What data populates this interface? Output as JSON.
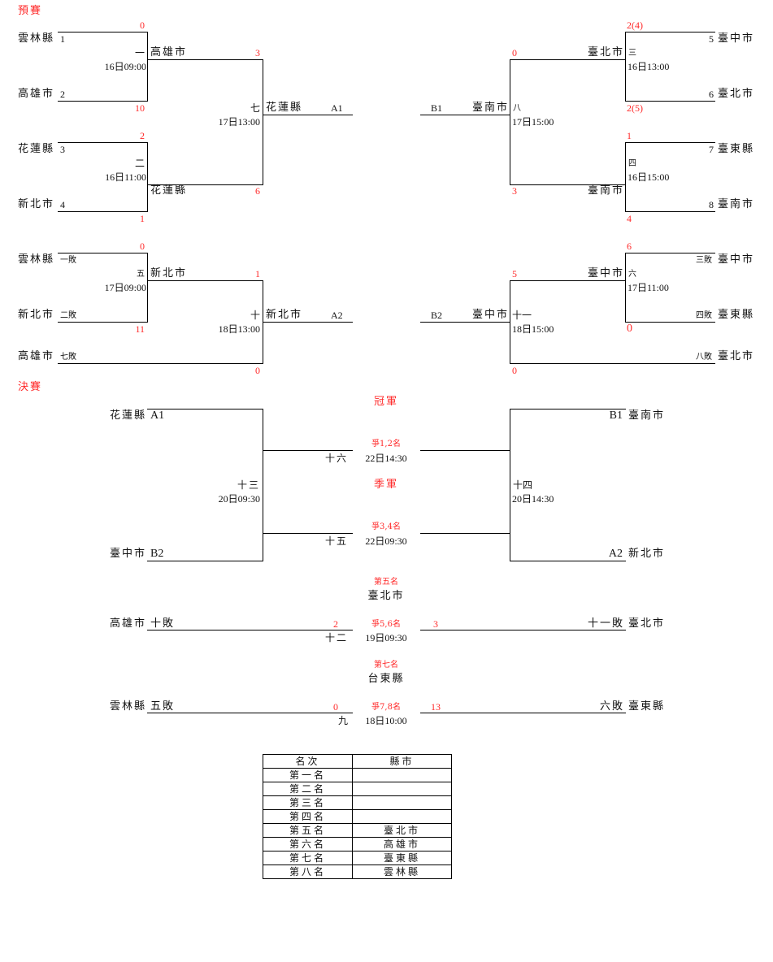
{
  "sections": {
    "prelim": "預賽",
    "final": "決賽"
  },
  "prelim": {
    "A": {
      "teams": [
        {
          "name": "雲林縣",
          "seed": "1"
        },
        {
          "name": "高雄市",
          "seed": "2"
        },
        {
          "name": "花蓮縣",
          "seed": "3"
        },
        {
          "name": "新北市",
          "seed": "4"
        }
      ],
      "g1": {
        "no": "一",
        "time": "16日09:00",
        "score_top": "0",
        "score_bot": "10",
        "winner": "高雄市"
      },
      "g2": {
        "no": "二",
        "time": "16日11:00",
        "score_top": "2",
        "score_bot": "1",
        "winner": "花蓮縣"
      },
      "g7": {
        "no": "七",
        "time": "17日13:00",
        "score_top": "3",
        "score_bot": "6",
        "winner": "花蓮縣",
        "slot": "A1"
      }
    },
    "B": {
      "teams": [
        {
          "name": "臺中市",
          "seed": "5"
        },
        {
          "name": "臺北市",
          "seed": "6"
        },
        {
          "name": "臺東縣",
          "seed": "7"
        },
        {
          "name": "臺南市",
          "seed": "8"
        }
      ],
      "g3": {
        "no": "三",
        "time": "16日13:00",
        "score_top": "2(4)",
        "score_bot": "2(5)",
        "winner": "臺北市"
      },
      "g4": {
        "no": "四",
        "time": "16日15:00",
        "score_top": "1",
        "score_bot": "4",
        "winner": "臺南市"
      },
      "g8": {
        "no": "八",
        "time": "17日15:00",
        "score_top": "0",
        "score_bot": "3",
        "winner": "臺南市",
        "slot": "B1"
      }
    },
    "A2": {
      "teams": [
        {
          "name": "雲林縣",
          "from": "一敗"
        },
        {
          "name": "新北市",
          "from": "二敗"
        },
        {
          "name": "高雄市",
          "from": "七敗"
        }
      ],
      "g5": {
        "no": "五",
        "time": "17日09:00",
        "score_top": "0",
        "score_bot": "11",
        "winner": "新北市"
      },
      "g10": {
        "no": "十",
        "time": "18日13:00",
        "score_top": "1",
        "score_bot": "0",
        "winner": "新北市",
        "slot": "A2"
      }
    },
    "B2": {
      "teams": [
        {
          "name": "臺中市",
          "from": "三敗"
        },
        {
          "name": "臺東縣",
          "from": "四敗"
        },
        {
          "name": "臺北市",
          "from": "八敗"
        }
      ],
      "g6": {
        "no": "六",
        "time": "17日11:00",
        "score_top": "6",
        "score_bot": "0",
        "winner": "臺中市"
      },
      "g11": {
        "no": "十一",
        "time": "18日15:00",
        "score_top": "5",
        "score_bot": "0",
        "winner": "臺中市",
        "slot": "B2"
      }
    }
  },
  "final": {
    "left_top": {
      "name": "花蓮縣",
      "slot": "A1"
    },
    "left_bot": {
      "name": "臺中市",
      "slot": "B2"
    },
    "right_top": {
      "name": "臺南市",
      "slot": "B1"
    },
    "right_bot": {
      "name": "新北市",
      "slot": "A2"
    },
    "g13": {
      "no": "十三",
      "time": "20日09:30"
    },
    "g14": {
      "no": "十四",
      "time": "20日14:30"
    },
    "champion_label": "冠軍",
    "g16": {
      "no": "十六",
      "label": "爭1,2名",
      "time": "22日14:30"
    },
    "third_label": "季軍",
    "g15": {
      "no": "十五",
      "label": "爭3,4名",
      "time": "22日09:30"
    },
    "fifth": {
      "title": "第五名",
      "winner": "臺北市",
      "left": {
        "name": "高雄市",
        "from": "十敗",
        "score": "2"
      },
      "right": {
        "name": "臺北市",
        "from": "十一敗",
        "score": "3"
      },
      "no": "十二",
      "label": "爭5,6名",
      "time": "19日09:30"
    },
    "seventh": {
      "title": "第七名",
      "winner": "台東縣",
      "left": {
        "name": "雲林縣",
        "from": "五敗",
        "score": "0"
      },
      "right": {
        "name": "臺東縣",
        "from": "六敗",
        "score": "13"
      },
      "no": "九",
      "label": "爭7,8名",
      "time": "18日10:00"
    }
  },
  "ranking": {
    "headers": [
      "名次",
      "縣市"
    ],
    "rows": [
      [
        "第一名",
        ""
      ],
      [
        "第二名",
        ""
      ],
      [
        "第三名",
        ""
      ],
      [
        "第四名",
        ""
      ],
      [
        "第五名",
        "臺北市"
      ],
      [
        "第六名",
        "高雄市"
      ],
      [
        "第七名",
        "臺東縣"
      ],
      [
        "第八名",
        "雲林縣"
      ]
    ]
  },
  "colors": {
    "accent": "#ff2a2a",
    "line": "#000000"
  }
}
